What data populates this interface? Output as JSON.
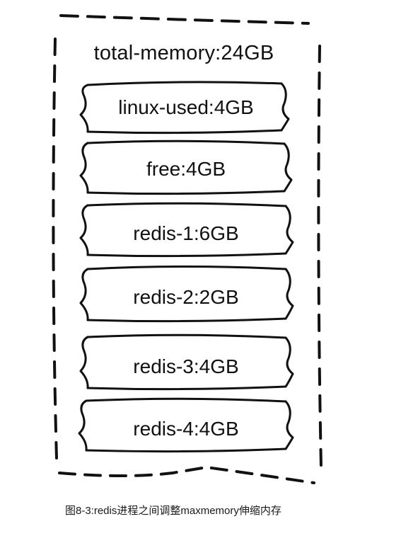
{
  "diagram": {
    "total_label": "total-memory:24GB",
    "boxes": [
      {
        "label": "linux-used:4GB"
      },
      {
        "label": "free:4GB"
      },
      {
        "label": "redis-1:6GB"
      },
      {
        "label": "redis-2:2GB"
      },
      {
        "label": "redis-3:4GB"
      },
      {
        "label": "redis-4:4GB"
      }
    ],
    "caption": "图8-3:redis进程之间调整maxmemory伸缩内存",
    "colors": {
      "ink": "#111111",
      "background": "#ffffff"
    }
  }
}
